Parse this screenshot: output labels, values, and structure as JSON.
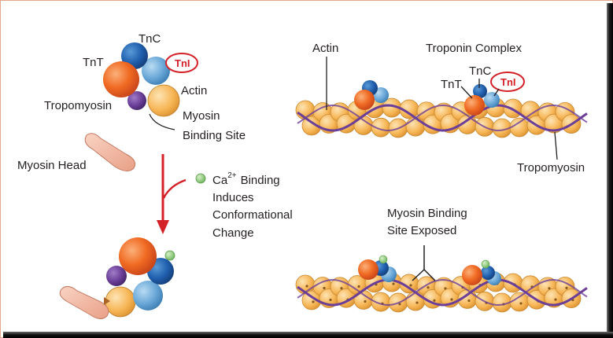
{
  "colors": {
    "frame_border": "#e3a789",
    "tnt": "#f06a22",
    "tnc": "#1f5fae",
    "tni": "#6aa8d8",
    "tni_label": "#d42027",
    "tropomyosin": "#6b3f98",
    "actin": "#f7b656",
    "calcium": "#8cc97a",
    "myosin_head": "#f2b8a2",
    "arrow": "#d42027"
  },
  "labels": {
    "tnc_top": "TnC",
    "tnt_left": "TnT",
    "tni_top": "TnI",
    "actin_left": "Actin",
    "tropomyosin_left": "Tropomyosin",
    "myosin_binding_line1": "Myosin",
    "myosin_binding_line2": "Binding Site",
    "myosin_head": "Myosin Head",
    "ca_symbol": "Ca",
    "ca_charge": "2+",
    "ca_binding": "Binding",
    "ca_line2": "Induces",
    "ca_line3": "Conformational",
    "ca_line4": "Change",
    "actin_right": "Actin",
    "troponin_complex": "Troponin Complex",
    "tnc_right": "TnC",
    "tnt_right": "TnT",
    "tni_right": "TnI",
    "tropomyosin_right": "Tropomyosin",
    "exposed_line1": "Myosin Binding",
    "exposed_line2": "Site Exposed"
  }
}
